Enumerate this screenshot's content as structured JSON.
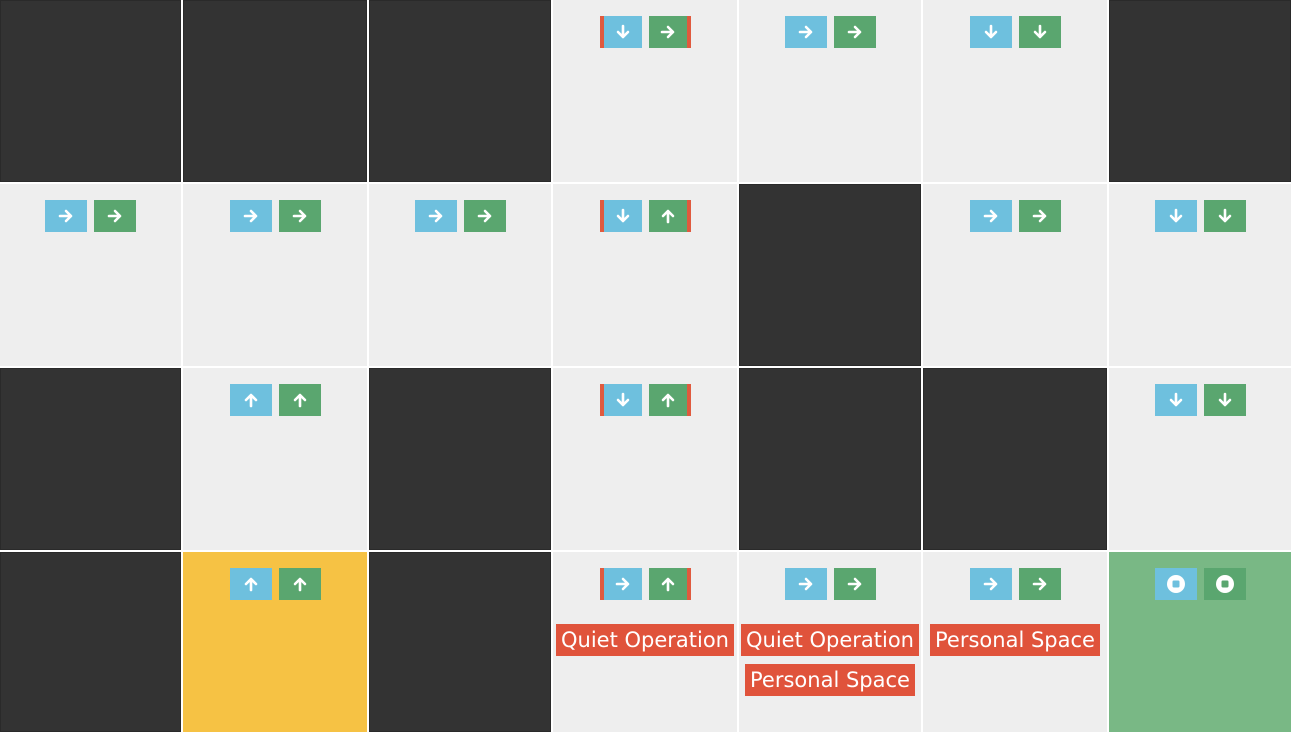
{
  "board": {
    "rows": 4,
    "cols": 7,
    "colors": {
      "wall": "#333333",
      "floor": "#eeeeee",
      "start": "#f6c244",
      "goal": "#79b885",
      "action_primary": "#6ec0de",
      "action_secondary": "#5aa66f",
      "marker": "#e05a3e",
      "tag": "#e0533b"
    },
    "cells": [
      [
        {
          "type": "wall"
        },
        {
          "type": "wall"
        },
        {
          "type": "wall"
        },
        {
          "type": "floor",
          "actions": [
            {
              "icon": "arrow-down-icon",
              "marker": true
            },
            {
              "icon": "arrow-right-icon",
              "marker": true
            }
          ]
        },
        {
          "type": "floor",
          "actions": [
            {
              "icon": "arrow-right-icon"
            },
            {
              "icon": "arrow-right-icon"
            }
          ]
        },
        {
          "type": "floor",
          "actions": [
            {
              "icon": "arrow-down-icon"
            },
            {
              "icon": "arrow-down-icon"
            }
          ]
        },
        {
          "type": "wall"
        }
      ],
      [
        {
          "type": "floor",
          "actions": [
            {
              "icon": "arrow-right-icon"
            },
            {
              "icon": "arrow-right-icon"
            }
          ]
        },
        {
          "type": "floor",
          "actions": [
            {
              "icon": "arrow-right-icon"
            },
            {
              "icon": "arrow-right-icon"
            }
          ]
        },
        {
          "type": "floor",
          "actions": [
            {
              "icon": "arrow-right-icon"
            },
            {
              "icon": "arrow-right-icon"
            }
          ]
        },
        {
          "type": "floor",
          "actions": [
            {
              "icon": "arrow-down-icon",
              "marker": true
            },
            {
              "icon": "arrow-up-icon",
              "marker": true
            }
          ]
        },
        {
          "type": "wall"
        },
        {
          "type": "floor",
          "actions": [
            {
              "icon": "arrow-right-icon"
            },
            {
              "icon": "arrow-right-icon"
            }
          ]
        },
        {
          "type": "floor",
          "actions": [
            {
              "icon": "arrow-down-icon"
            },
            {
              "icon": "arrow-down-icon"
            }
          ]
        }
      ],
      [
        {
          "type": "wall"
        },
        {
          "type": "floor",
          "actions": [
            {
              "icon": "arrow-up-icon"
            },
            {
              "icon": "arrow-up-icon"
            }
          ]
        },
        {
          "type": "wall"
        },
        {
          "type": "floor",
          "actions": [
            {
              "icon": "arrow-down-icon",
              "marker": true
            },
            {
              "icon": "arrow-up-icon",
              "marker": true
            }
          ]
        },
        {
          "type": "wall"
        },
        {
          "type": "wall"
        },
        {
          "type": "floor",
          "actions": [
            {
              "icon": "arrow-down-icon"
            },
            {
              "icon": "arrow-down-icon"
            }
          ]
        }
      ],
      [
        {
          "type": "wall"
        },
        {
          "type": "start",
          "actions": [
            {
              "icon": "arrow-up-icon"
            },
            {
              "icon": "arrow-up-icon"
            }
          ]
        },
        {
          "type": "wall"
        },
        {
          "type": "floor",
          "actions": [
            {
              "icon": "arrow-right-icon",
              "marker": true
            },
            {
              "icon": "arrow-up-icon",
              "marker": true
            }
          ],
          "tags": [
            "Quiet Operation"
          ]
        },
        {
          "type": "floor",
          "actions": [
            {
              "icon": "arrow-right-icon"
            },
            {
              "icon": "arrow-right-icon"
            }
          ],
          "tags": [
            "Quiet Operation",
            "Personal Space"
          ]
        },
        {
          "type": "floor",
          "actions": [
            {
              "icon": "arrow-right-icon"
            },
            {
              "icon": "arrow-right-icon"
            }
          ],
          "tags": [
            "Personal Space"
          ]
        },
        {
          "type": "goal",
          "actions": [
            {
              "icon": "stop-icon"
            },
            {
              "icon": "stop-icon"
            }
          ]
        }
      ]
    ]
  }
}
